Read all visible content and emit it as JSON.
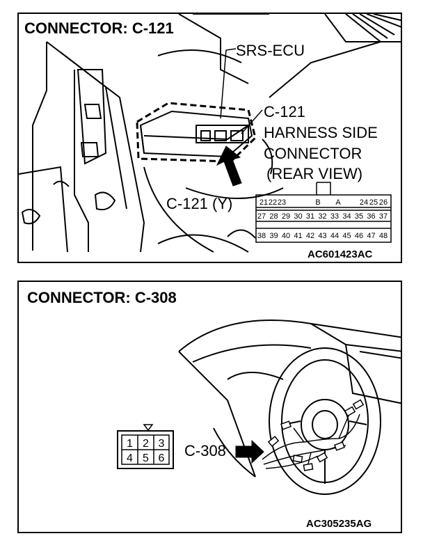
{
  "panel1": {
    "title": "CONNECTOR: C-121",
    "ecu_label": "SRS-ECU",
    "connector_label": "C-121",
    "harness_line1": "HARNESS SIDE",
    "harness_line2": "CONNECTOR",
    "harness_line3": "(REAR VIEW)",
    "pointer_label": "C-121 (Y)",
    "code": "AC601423AC",
    "pins_row1_left": [
      "21",
      "22",
      "23"
    ],
    "pins_row1_letters": [
      "B",
      "A"
    ],
    "pins_row1_right": [
      "24",
      "25",
      "26"
    ],
    "pins_row2": [
      "27",
      "28",
      "29",
      "30",
      "31",
      "32",
      "33",
      "34",
      "35",
      "36",
      "37"
    ],
    "pins_row3": [
      "38",
      "39",
      "40",
      "41",
      "42",
      "43",
      "44",
      "45",
      "46",
      "47",
      "48"
    ]
  },
  "panel2": {
    "title": "CONNECTOR: C-308",
    "pointer_label": "C-308",
    "code": "AC305235AG",
    "pins": [
      "1",
      "2",
      "3",
      "4",
      "5",
      "6"
    ]
  }
}
